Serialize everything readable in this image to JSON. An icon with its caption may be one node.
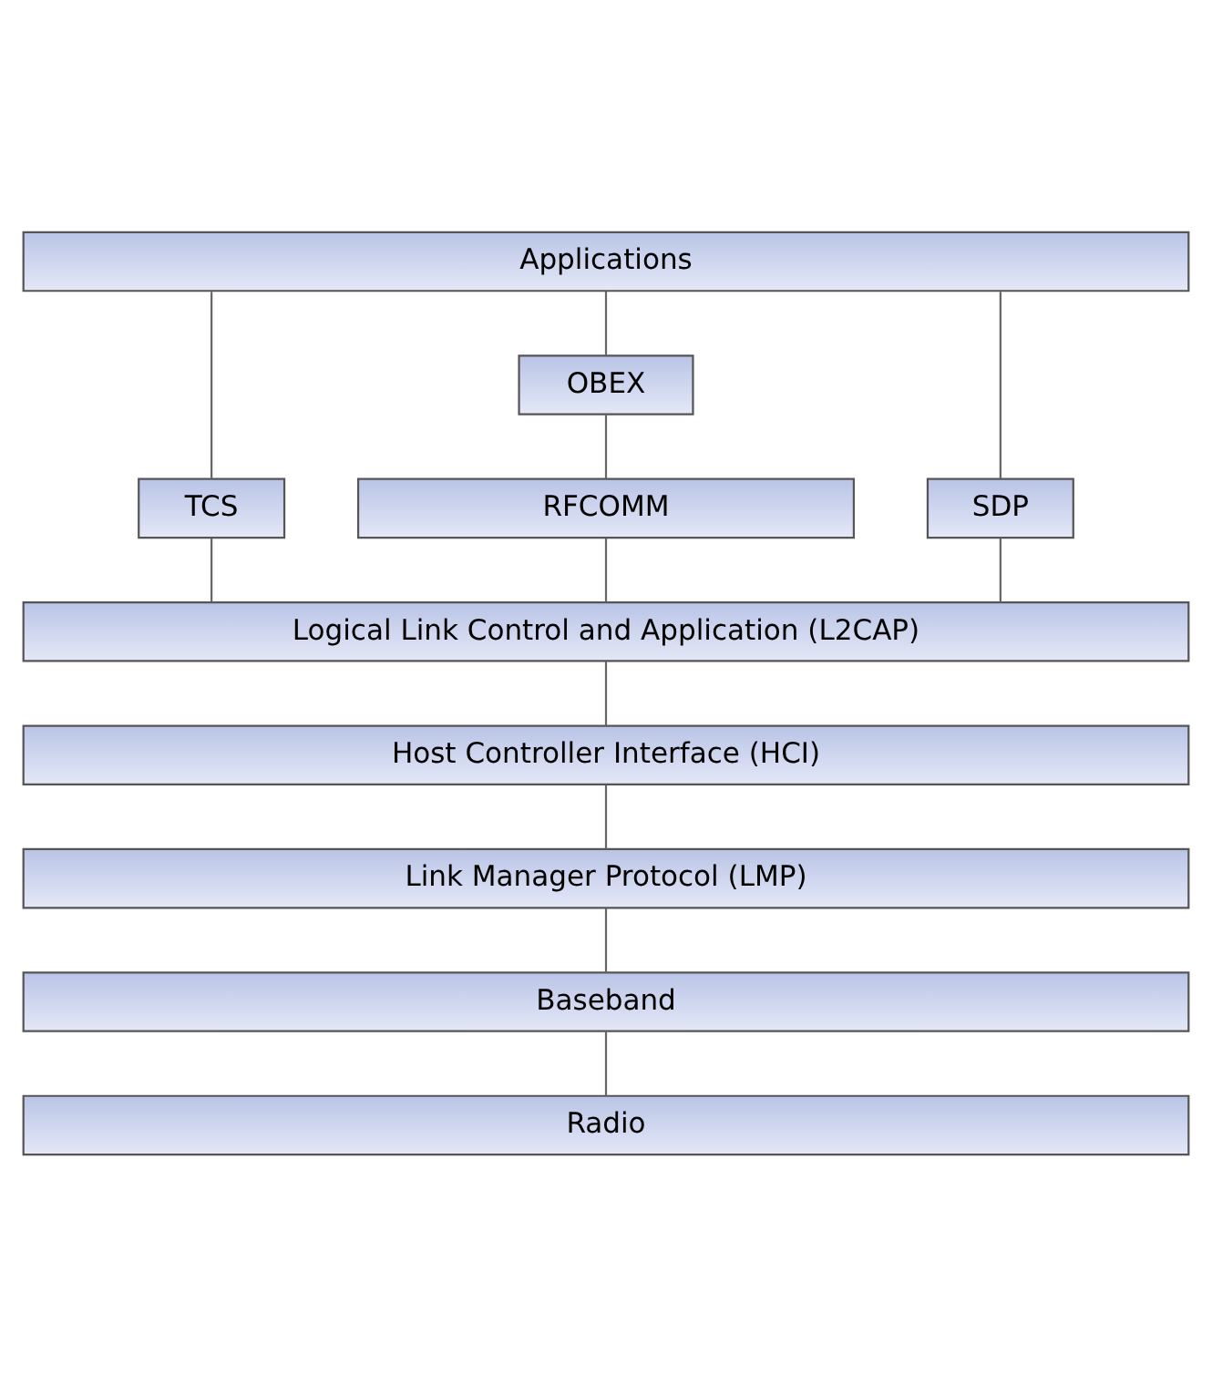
{
  "diagram": {
    "nodes": [
      {
        "text": [
          "Applications"
        ]
      },
      {
        "text": [
          "OBEX"
        ]
      },
      {
        "text": [
          "TCS"
        ]
      },
      {
        "text": [
          "RFCOMM"
        ]
      },
      {
        "text": [
          "SDP"
        ]
      },
      {
        "text": [
          "Logical Link Control and Application (L2CAP)"
        ]
      },
      {
        "text": [
          "Host Controller Interface (HCI)"
        ]
      },
      {
        "text": [
          "Link Manager Protocol (LMP)"
        ]
      },
      {
        "text": [
          "Baseband"
        ]
      },
      {
        "text": [
          "Radio"
        ]
      }
    ],
    "edges": [
      {
        "from": 0,
        "to": 2,
        "arrow": "none"
      },
      {
        "from": 0,
        "to": 1,
        "arrow": "none"
      },
      {
        "from": 0,
        "to": 4,
        "arrow": "none"
      },
      {
        "from": 1,
        "to": 3,
        "arrow": "none"
      },
      {
        "from": 2,
        "to": 5,
        "arrow": "none"
      },
      {
        "from": 3,
        "to": 5,
        "arrow": "none"
      },
      {
        "from": 4,
        "to": 5,
        "arrow": "none"
      },
      {
        "from": 5,
        "to": 6,
        "arrow": "none"
      },
      {
        "from": 6,
        "to": 7,
        "arrow": "none"
      },
      {
        "from": 7,
        "to": 8,
        "arrow": "none"
      },
      {
        "from": 8,
        "to": 9,
        "arrow": "none"
      }
    ]
  }
}
